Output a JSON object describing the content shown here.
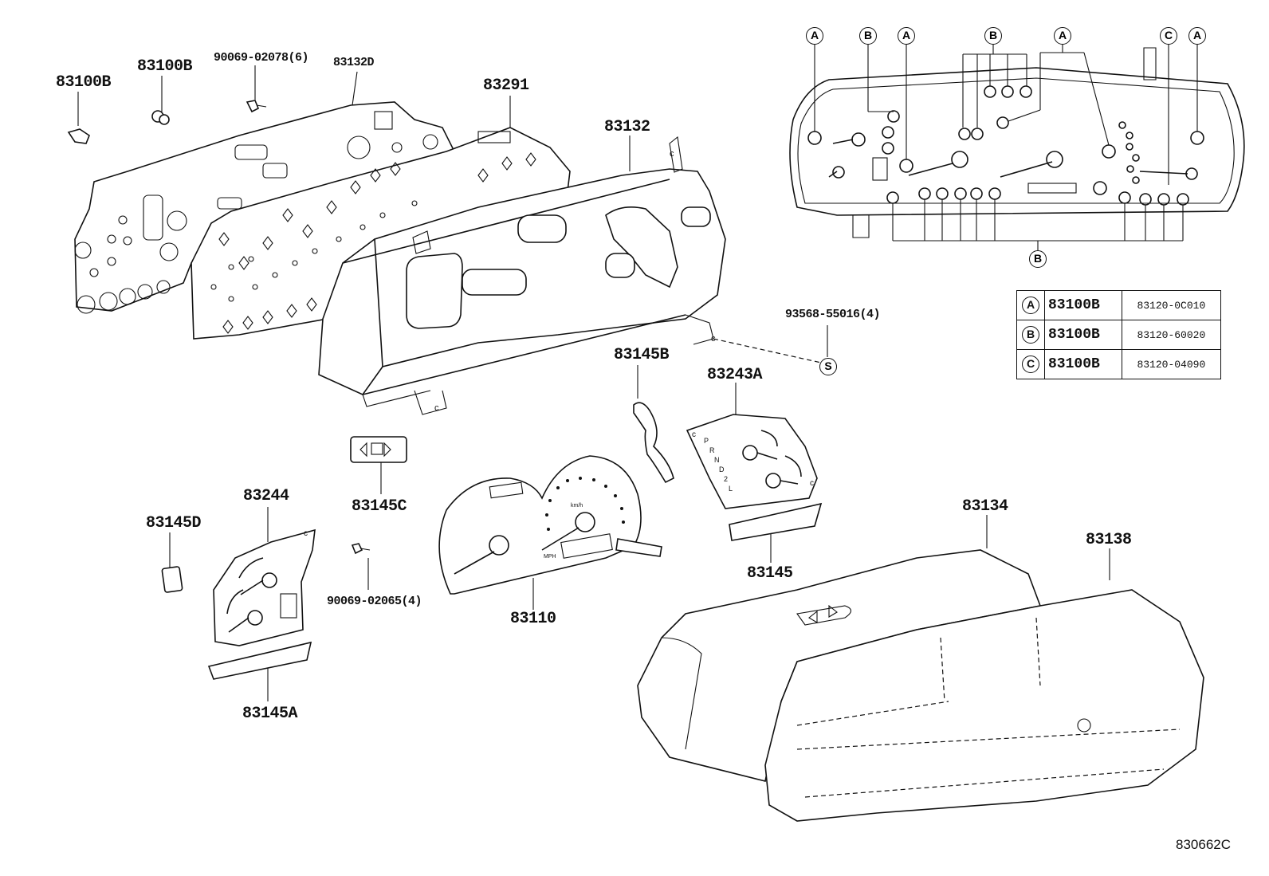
{
  "drawing_number": "830662C",
  "part_labels": {
    "p83100B_left": "83100B",
    "p83100B_mid": "83100B",
    "p90069_02078": "90069-02078(6)",
    "p83132D": "83132D",
    "p83291": "83291",
    "p83132": "83132",
    "p93568": "93568-55016(4)",
    "p83145B": "83145B",
    "p83243A": "83243A",
    "p83145C": "83145C",
    "p83244": "83244",
    "p83145D": "83145D",
    "p90069_02065": "90069-02065(4)",
    "p83110": "83110",
    "p83145": "83145",
    "p83134": "83134",
    "p83138": "83138",
    "p83145A": "83145A"
  },
  "callout_letters": {
    "A": "A",
    "B": "B",
    "C": "C",
    "S": "S"
  },
  "legend": [
    {
      "key": "A",
      "part": "83100B",
      "number": "83120-0C010"
    },
    {
      "key": "B",
      "part": "83100B",
      "number": "83120-60020"
    },
    {
      "key": "C",
      "part": "83100B",
      "number": "83120-04090"
    }
  ],
  "gauge_text": {
    "gear_p": "P",
    "gear_r": "R",
    "gear_n": "N",
    "gear_d": "D",
    "gear_2": "2",
    "gear_l": "L",
    "mph": "MPH",
    "kmh": "km/h"
  }
}
